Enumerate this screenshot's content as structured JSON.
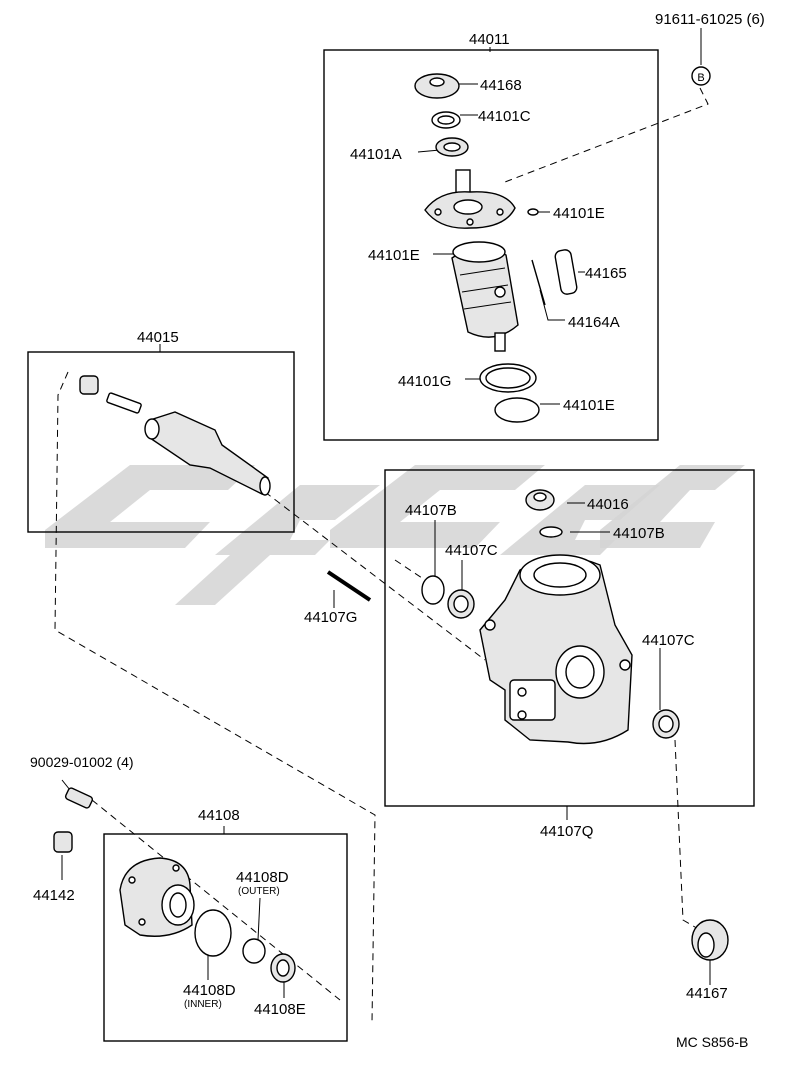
{
  "diagram": {
    "doc_code": "MC S856-B",
    "labels": {
      "p91611": "91611-61025 (6)",
      "p44011": "44011",
      "p44168": "44168",
      "p44101C": "44101C",
      "p44101A": "44101A",
      "p44101E_a": "44101E",
      "p44101E_b": "44101E",
      "p44165": "44165",
      "p44164A": "44164A",
      "p44101G": "44101G",
      "p44101E_c": "44101E",
      "p44015": "44015",
      "p44016": "44016",
      "p44107B_a": "44107B",
      "p44107B_b": "44107B",
      "p44107C_a": "44107C",
      "p44107C_b": "44107C",
      "p44107G": "44107G",
      "p44107Q": "44107Q",
      "p90029": "90029-01002 (4)",
      "p44142": "44142",
      "p44108": "44108",
      "p44108D_outer": "44108D",
      "p44108D_outer_note": "(OUTER)",
      "p44108D_inner": "44108D",
      "p44108D_inner_note": "(INNER)",
      "p44108E": "44108E",
      "p44167": "44167",
      "marker_B": "B"
    }
  }
}
